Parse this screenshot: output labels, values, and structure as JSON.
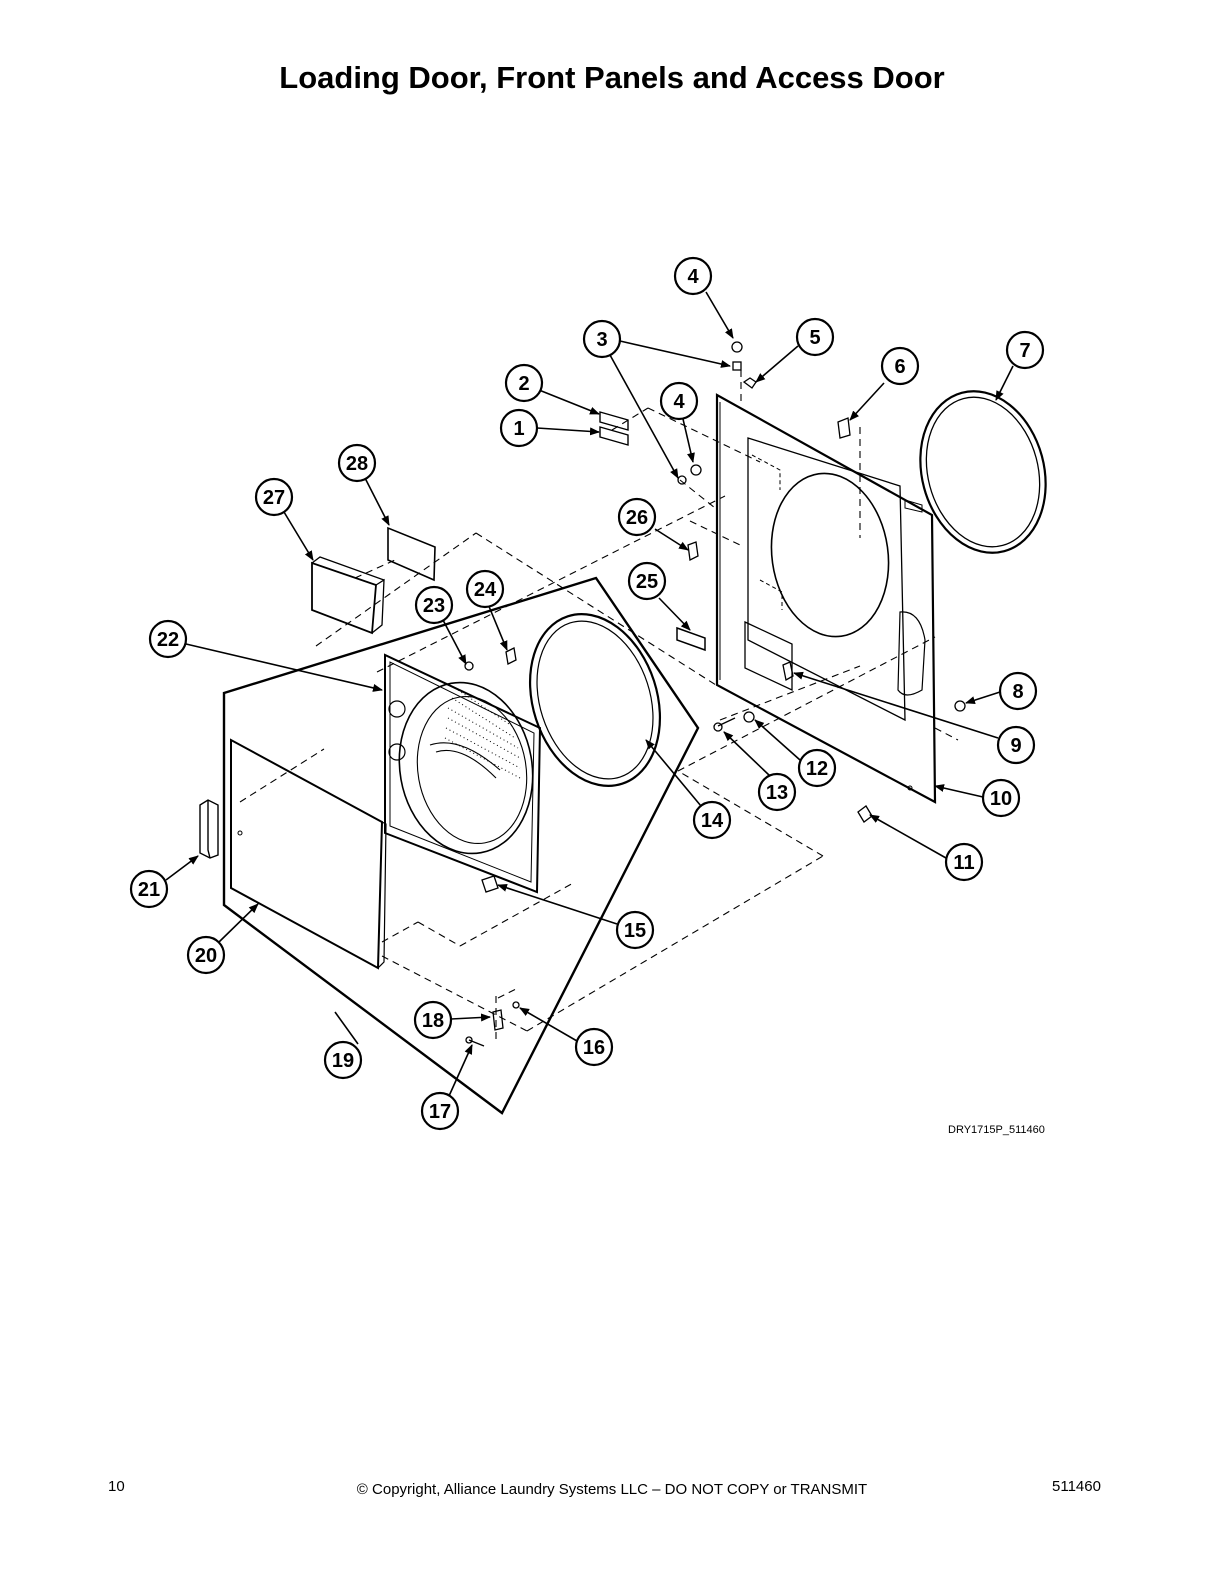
{
  "title": "Loading Door, Front Panels and Access Door",
  "drawing_id": "DRY1715P_511460",
  "footer": {
    "page_number": "10",
    "copyright": "© Copyright, Alliance Laundry Systems LLC – DO NOT COPY or TRANSMIT",
    "doc_number": "511460"
  },
  "callouts": [
    "1",
    "2",
    "3",
    "4",
    "5",
    "6",
    "7",
    "8",
    "9",
    "10",
    "11",
    "12",
    "13",
    "14",
    "15",
    "16",
    "17",
    "18",
    "19",
    "20",
    "21",
    "22",
    "23",
    "24",
    "25",
    "26",
    "27",
    "28"
  ]
}
